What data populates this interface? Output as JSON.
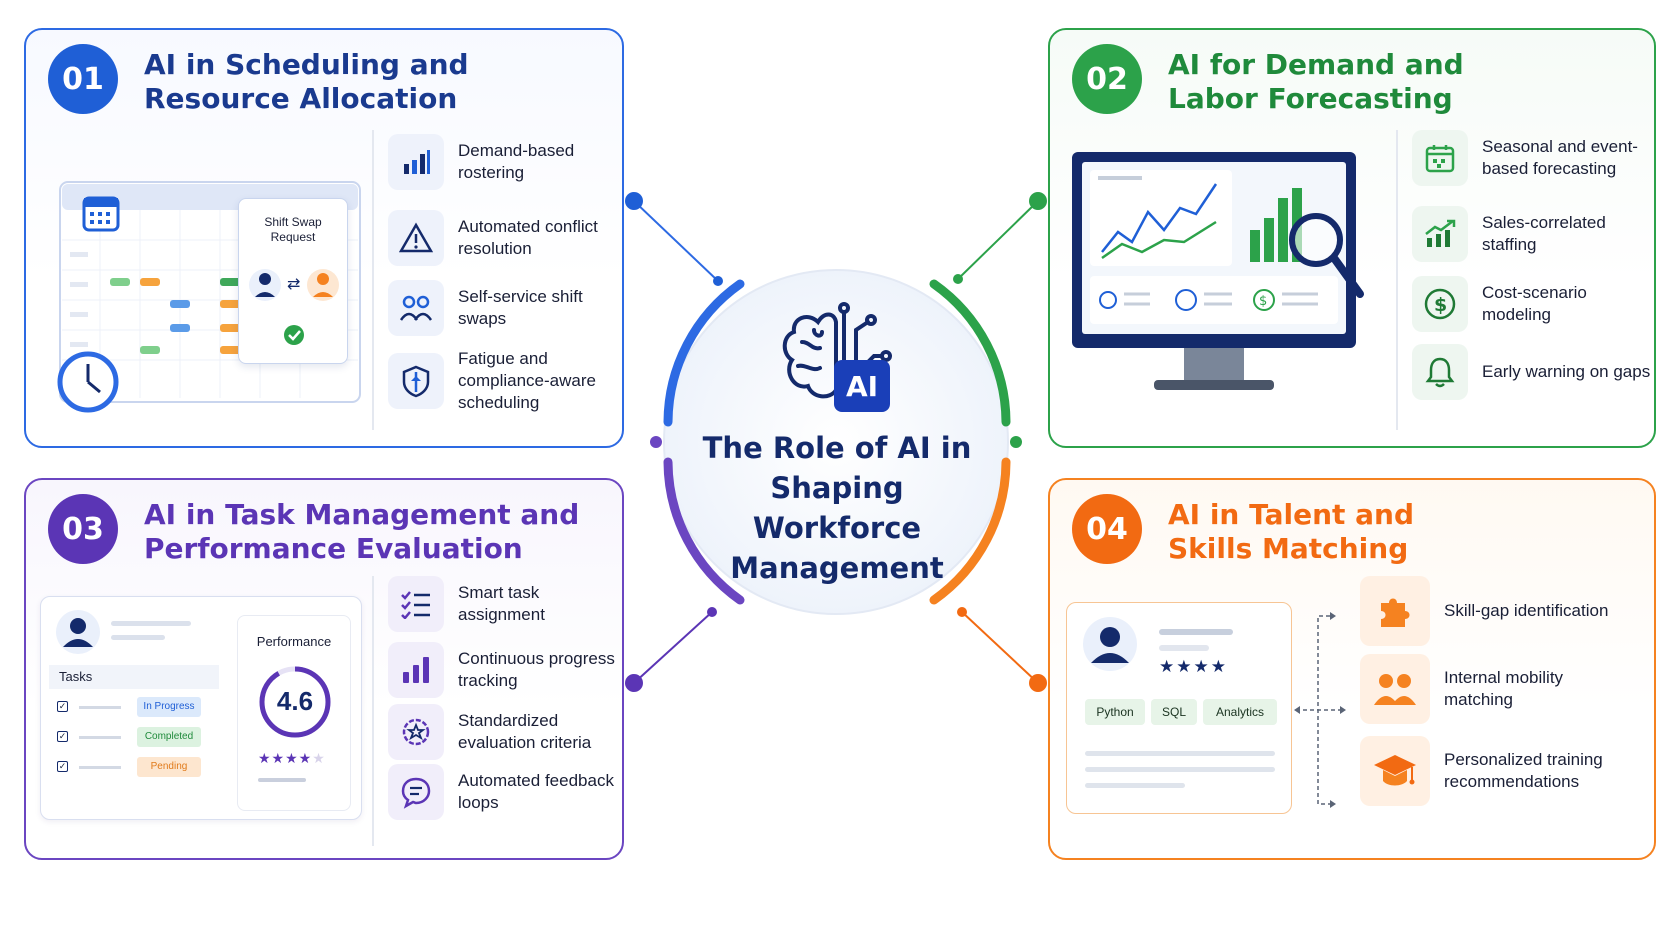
{
  "center": {
    "title_lines": [
      "The Role of AI in",
      "Shaping Workforce",
      "Management"
    ],
    "ai_badge": "AI"
  },
  "colors": {
    "blue": "#1f5fd6",
    "green": "#2ca24a",
    "purple": "#5b35b5",
    "orange": "#f26a12"
  },
  "cards": [
    {
      "number": "01",
      "title_lines": [
        "AI in Scheduling and",
        "Resource Allocation"
      ],
      "features": [
        {
          "icon": "bar-chart-icon",
          "label": "Demand-based rostering"
        },
        {
          "icon": "warning-icon",
          "label": "Automated conflict resolution"
        },
        {
          "icon": "people-icon",
          "label": "Self-service shift swaps"
        },
        {
          "icon": "shield-icon",
          "label": "Fatigue and compliance-aware scheduling"
        }
      ],
      "swap_popup": {
        "line1": "Shift Swap",
        "line2": "Request"
      }
    },
    {
      "number": "02",
      "title_lines": [
        "AI for Demand and",
        "Labor Forecasting"
      ],
      "features": [
        {
          "icon": "calendar-icon",
          "label": "Seasonal and event-based forecasting"
        },
        {
          "icon": "growth-chart-icon",
          "label": "Sales-correlated staffing"
        },
        {
          "icon": "dollar-icon",
          "label": "Cost-scenario modeling"
        },
        {
          "icon": "bell-icon",
          "label": "Early warning on gaps"
        }
      ]
    },
    {
      "number": "03",
      "title_lines": [
        "AI in Task Management and",
        "Performance Evaluation"
      ],
      "features": [
        {
          "icon": "checklist-icon",
          "label": "Smart task assignment"
        },
        {
          "icon": "bar-chart-icon",
          "label": "Continuous progress tracking"
        },
        {
          "icon": "badge-icon",
          "label": "Standardized evaluation criteria"
        },
        {
          "icon": "chat-icon",
          "label": "Automated feedback loops"
        }
      ],
      "tasks_card": {
        "tasks_label": "Tasks",
        "statuses": [
          "In Progress",
          "Completed",
          "Pending"
        ],
        "performance_label": "Performance",
        "score": "4.6",
        "stars": "★★★★",
        "star_empty": "★"
      }
    },
    {
      "number": "04",
      "title_lines": [
        "AI in Talent and",
        "Skills Matching"
      ],
      "features": [
        {
          "icon": "puzzle-icon",
          "label": "Skill-gap identification"
        },
        {
          "icon": "people-icon",
          "label": "Internal mobility matching"
        },
        {
          "icon": "graduation-cap-icon",
          "label": "Personalized training recommendations"
        }
      ],
      "profile": {
        "stars": "★★★★",
        "skills": [
          "Python",
          "SQL",
          "Analytics"
        ]
      }
    }
  ]
}
